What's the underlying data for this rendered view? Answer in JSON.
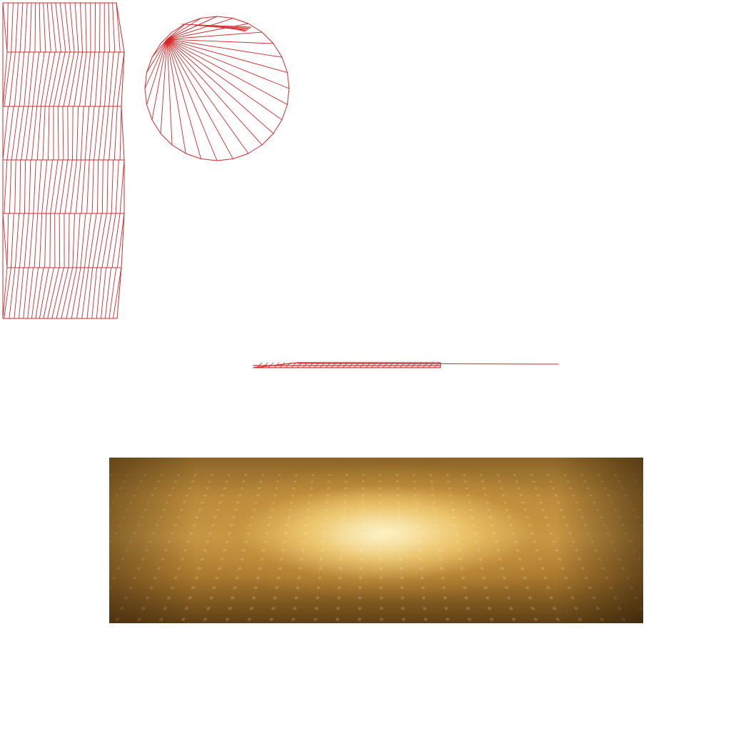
{
  "colors": {
    "wireframe": "#d12a2a",
    "background": "#ffffff",
    "texture_highlight": "#f7d98a",
    "texture_mid": "#c89a46",
    "texture_shadow": "#5e3f15"
  },
  "elements": {
    "left_wire_grid": "left-wire-grid",
    "circular_wire_fan": "circular-wire-fan",
    "flat_wire_strip": "flat-wire-strip",
    "perforated_texture": "perforated-texture"
  }
}
